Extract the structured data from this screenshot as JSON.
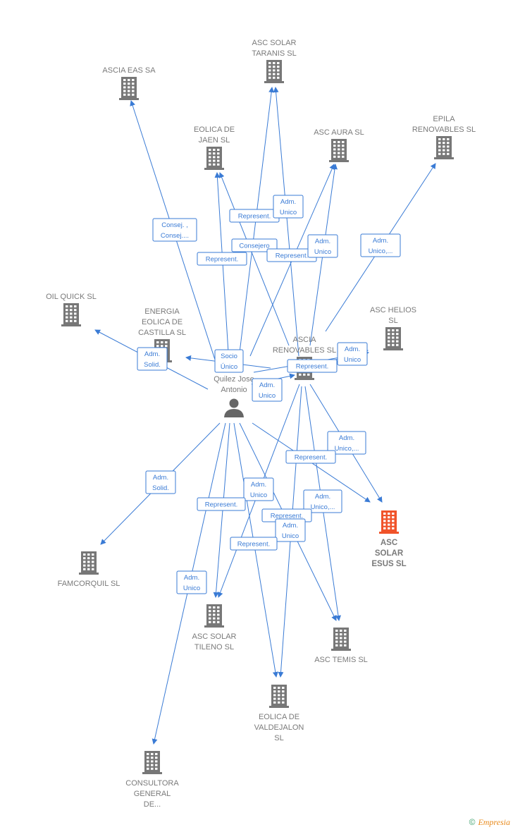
{
  "colors": {
    "edge": "#3a7bd5",
    "building": "#777777",
    "building_highlight": "#f0532a",
    "person": "#666666",
    "label": "#7a7a7a",
    "label_box_bg": "#ffffff",
    "label_box_border": "#3a7bd5"
  },
  "nodes": [
    {
      "id": "asc_solar_taranis",
      "type": "company",
      "icon": "building-icon",
      "lines": [
        "ASC SOLAR",
        "TARANIS  SL"
      ]
    },
    {
      "id": "ascia_eas",
      "type": "company",
      "icon": "building-icon",
      "lines": [
        "ASCIA EAS SA"
      ]
    },
    {
      "id": "eolica_jaen",
      "type": "company",
      "icon": "building-icon",
      "lines": [
        "EOLICA DE",
        "JAEN SL"
      ]
    },
    {
      "id": "asc_aura",
      "type": "company",
      "icon": "building-icon",
      "lines": [
        "ASC AURA  SL"
      ]
    },
    {
      "id": "epila",
      "type": "company",
      "icon": "building-icon",
      "lines": [
        "EPILA",
        "RENOVABLES SL"
      ]
    },
    {
      "id": "oil_quick",
      "type": "company",
      "icon": "building-icon",
      "lines": [
        "OIL QUICK SL"
      ]
    },
    {
      "id": "energia_eolica",
      "type": "company",
      "icon": "building-icon",
      "lines": [
        "ENERGIA",
        "EOLICA DE",
        "CASTILLA SL"
      ]
    },
    {
      "id": "ascia_renovables",
      "type": "company",
      "icon": "building-icon",
      "lines": [
        "ASCIA",
        "RENOVABLES SL"
      ]
    },
    {
      "id": "asc_helios",
      "type": "company",
      "icon": "building-icon",
      "lines": [
        "ASC HELIOS",
        "SL"
      ]
    },
    {
      "id": "person",
      "type": "person",
      "icon": "person-icon",
      "lines": [
        "Quilez Jose",
        "Antonio"
      ]
    },
    {
      "id": "asc_solar_esus",
      "type": "company",
      "icon": "building-icon",
      "highlight": true,
      "lines": [
        "ASC",
        "SOLAR",
        "ESUS  SL"
      ]
    },
    {
      "id": "famcorquil",
      "type": "company",
      "icon": "building-icon",
      "lines": [
        "FAMCORQUIL SL"
      ]
    },
    {
      "id": "asc_solar_tileno",
      "type": "company",
      "icon": "building-icon",
      "lines": [
        "ASC SOLAR",
        "TILENO  SL"
      ]
    },
    {
      "id": "asc_temis",
      "type": "company",
      "icon": "building-icon",
      "lines": [
        "ASC TEMIS  SL"
      ]
    },
    {
      "id": "eolica_valdejalon",
      "type": "company",
      "icon": "building-icon",
      "lines": [
        "EOLICA DE",
        "VALDEJALON",
        "SL"
      ]
    },
    {
      "id": "consultora",
      "type": "company",
      "icon": "building-icon",
      "lines": [
        "CONSULTORA",
        "GENERAL",
        "DE..."
      ]
    }
  ],
  "edges": [
    {
      "from": "person",
      "to": "ascia_eas",
      "label": [
        "Consej. ,",
        "Consej...."
      ]
    },
    {
      "from": "person",
      "to": "asc_solar_taranis",
      "label": [
        "Represent."
      ]
    },
    {
      "from": "ascia_renovables",
      "to": "asc_solar_taranis",
      "label": [
        "Adm.",
        "Unico"
      ]
    },
    {
      "from": "person",
      "to": "eolica_jaen",
      "label": [
        "Represent."
      ]
    },
    {
      "from": "ascia_renovables",
      "to": "eolica_jaen",
      "label": [
        "Consejero"
      ]
    },
    {
      "from": "person",
      "to": "asc_aura",
      "label": [
        "Represent."
      ]
    },
    {
      "from": "ascia_renovables",
      "to": "asc_aura",
      "label": [
        "Adm.",
        "Unico"
      ]
    },
    {
      "from": "ascia_renovables",
      "to": "epila",
      "label": [
        "Adm.",
        "Unico,..."
      ]
    },
    {
      "from": "person",
      "to": "oil_quick",
      "label": [
        "Adm.",
        "Solid."
      ]
    },
    {
      "from": "person",
      "to": "energia_eolica",
      "label": [
        "Socio",
        "Único"
      ]
    },
    {
      "from": "person",
      "to": "ascia_renovables",
      "label": [
        "Adm.",
        "Unico"
      ]
    },
    {
      "from": "ascia_renovables",
      "to": "asc_helios",
      "label": [
        "Adm.",
        "Unico"
      ]
    },
    {
      "from": "person",
      "to": "asc_helios",
      "label": [
        "Represent."
      ]
    },
    {
      "from": "ascia_renovables",
      "to": "asc_solar_esus",
      "label": [
        "Adm.",
        "Unico,..."
      ]
    },
    {
      "from": "person",
      "to": "asc_solar_esus",
      "label": [
        "Represent."
      ]
    },
    {
      "from": "person",
      "to": "famcorquil",
      "label": [
        "Adm.",
        "Solid."
      ]
    },
    {
      "from": "ascia_renovables",
      "to": "asc_solar_tileno",
      "label": [
        "Adm.",
        "Unico"
      ]
    },
    {
      "from": "person",
      "to": "asc_solar_tileno",
      "label": [
        "Represent."
      ]
    },
    {
      "from": "ascia_renovables",
      "to": "asc_temis",
      "label": [
        "Adm.",
        "Unico,..."
      ]
    },
    {
      "from": "person",
      "to": "asc_temis",
      "label": [
        "Represent."
      ]
    },
    {
      "from": "ascia_renovables",
      "to": "eolica_valdejalon",
      "label": [
        "Adm.",
        "Unico"
      ]
    },
    {
      "from": "person",
      "to": "eolica_valdejalon",
      "label": [
        "Represent."
      ]
    },
    {
      "from": "person",
      "to": "consultora",
      "label": [
        "Adm.",
        "Unico"
      ]
    }
  ],
  "footer": {
    "copyright": "©",
    "brand": "Empresia"
  }
}
